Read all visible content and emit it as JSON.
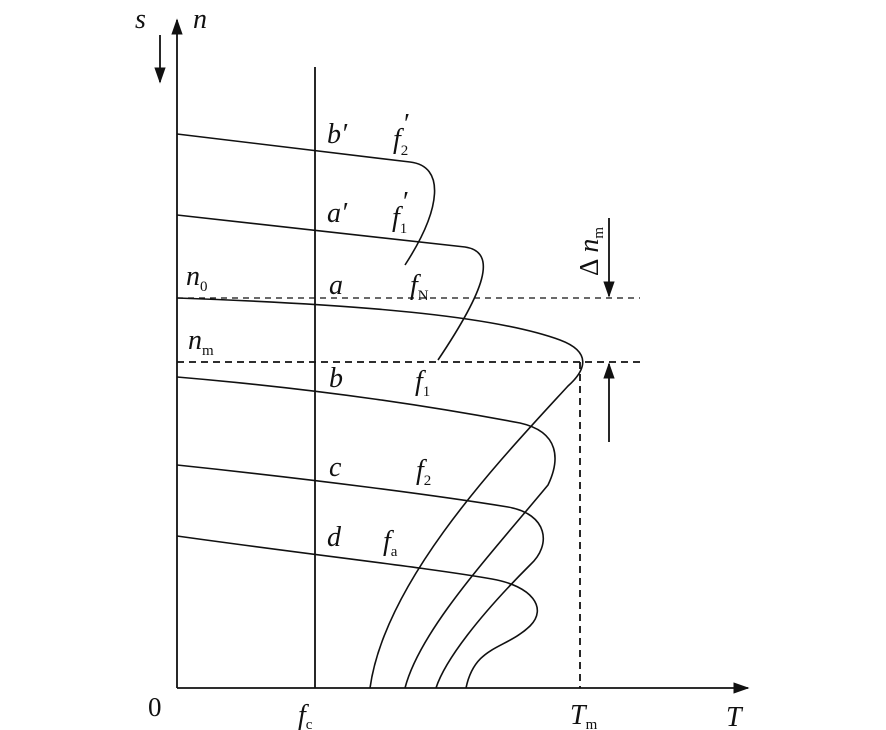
{
  "axes": {
    "origin": "0",
    "y_left": "s",
    "y_right": "n",
    "x_label": "T",
    "x_tick_fc": {
      "base": "f",
      "sub": "c"
    },
    "x_tick_tm": {
      "base": "T",
      "sub": "m"
    }
  },
  "speed_labels": {
    "n0": {
      "base": "n",
      "sub": "0"
    },
    "nm": {
      "base": "n",
      "sub": "m"
    },
    "delta_nm": {
      "prefix": "Δ",
      "base": "n",
      "sub": "m"
    }
  },
  "points": [
    "b′",
    "a′",
    "a",
    "b",
    "c",
    "d"
  ],
  "freq_labels": {
    "f2p": {
      "base": "f",
      "sub": "2",
      "prime": "′"
    },
    "f1p": {
      "base": "f",
      "sub": "1",
      "prime": "′"
    },
    "fN": {
      "base": "f",
      "sub": "N"
    },
    "f1": {
      "base": "f",
      "sub": "1"
    },
    "f2": {
      "base": "f",
      "sub": "2"
    },
    "fa": {
      "base": "f",
      "sub": "a"
    }
  }
}
